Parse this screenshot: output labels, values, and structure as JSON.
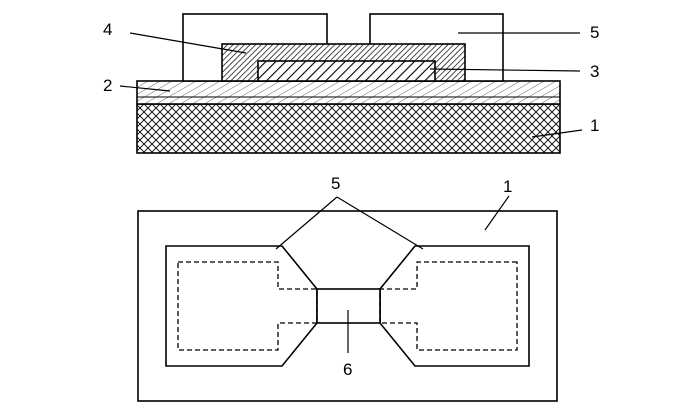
{
  "figure": {
    "section_view": {
      "labels": {
        "substrate": "1",
        "thin_layer": "2",
        "inner_block": "3",
        "cover_block": "4",
        "electrodes": "5"
      }
    },
    "plan_view": {
      "labels": {
        "substrate": "1",
        "electrodes": "5",
        "channel": "6"
      }
    }
  },
  "colors": {
    "line": "#000000",
    "background": "#ffffff"
  }
}
